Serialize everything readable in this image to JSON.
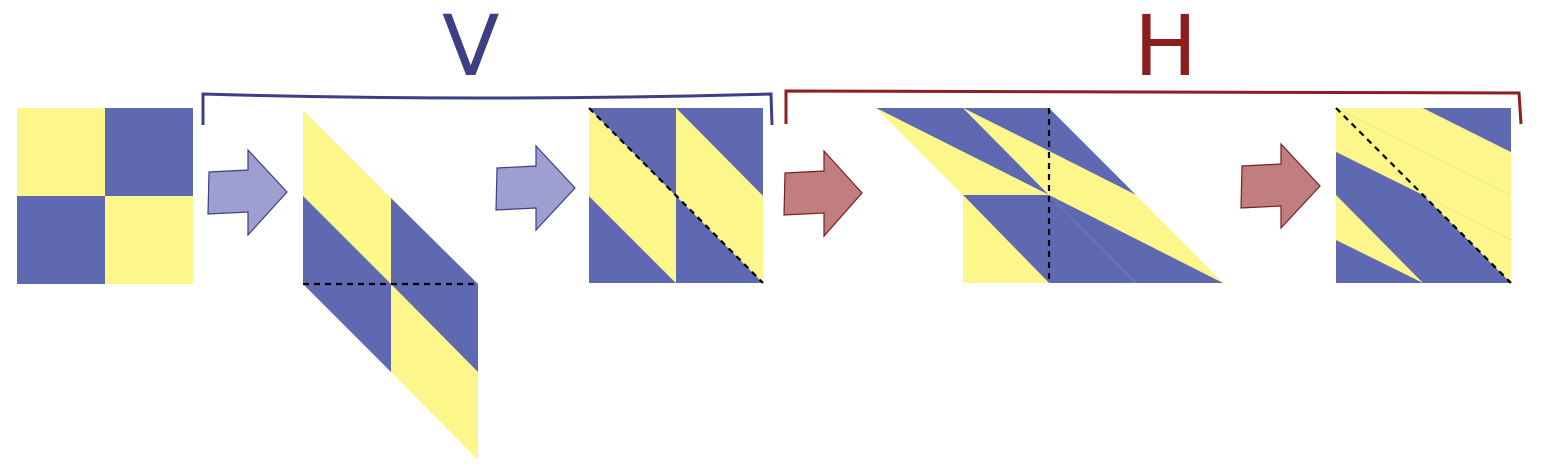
{
  "labels": {
    "v": "V",
    "h": "H"
  },
  "colors": {
    "yellow": "#fdf68b",
    "blue": "#5f69b1",
    "v_arrow_fill": "#9f9ed1",
    "v_arrow_stroke": "#3c3f84",
    "h_arrow_fill": "#c07e7e",
    "h_arrow_stroke": "#7a1f1f",
    "v_bracket": "#3c3f84",
    "h_bracket": "#8c1e1e",
    "fold_line": "#000000"
  },
  "steps": [
    {
      "name": "checkerboard"
    },
    {
      "name": "vertical-shear"
    },
    {
      "name": "vertical-fold-result"
    },
    {
      "name": "horizontal-shear"
    },
    {
      "name": "horizontal-fold-result"
    }
  ]
}
